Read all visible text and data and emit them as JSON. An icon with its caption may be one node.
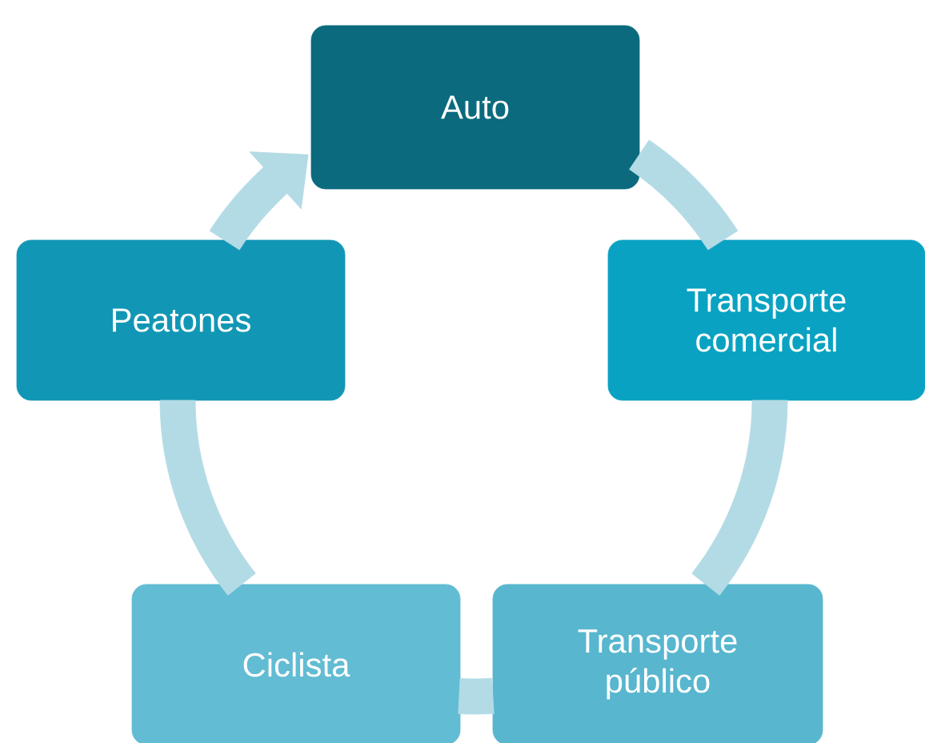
{
  "diagram": {
    "nodes": [
      {
        "text": [
          "Auto"
        ]
      },
      {
        "text": [
          "Transporte comercial"
        ]
      },
      {
        "text": [
          "Transporte público"
        ]
      },
      {
        "text": [
          "Ciclista"
        ]
      },
      {
        "text": [
          "Peatones"
        ]
      }
    ],
    "edges": [
      {
        "from": 0,
        "to": 1,
        "arrow": "none"
      },
      {
        "from": 1,
        "to": 2,
        "arrow": "none"
      },
      {
        "from": 2,
        "to": 3,
        "arrow": "none"
      },
      {
        "from": 3,
        "to": 4,
        "arrow": "none"
      },
      {
        "from": 4,
        "to": 0,
        "arrow": "to"
      }
    ]
  }
}
